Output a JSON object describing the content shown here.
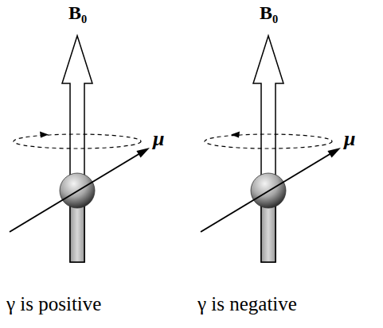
{
  "diagram": {
    "labels": [
      "B₀",
      "B₀",
      "μ",
      "μ",
      "γ is positive",
      "γ is negative"
    ]
  }
}
